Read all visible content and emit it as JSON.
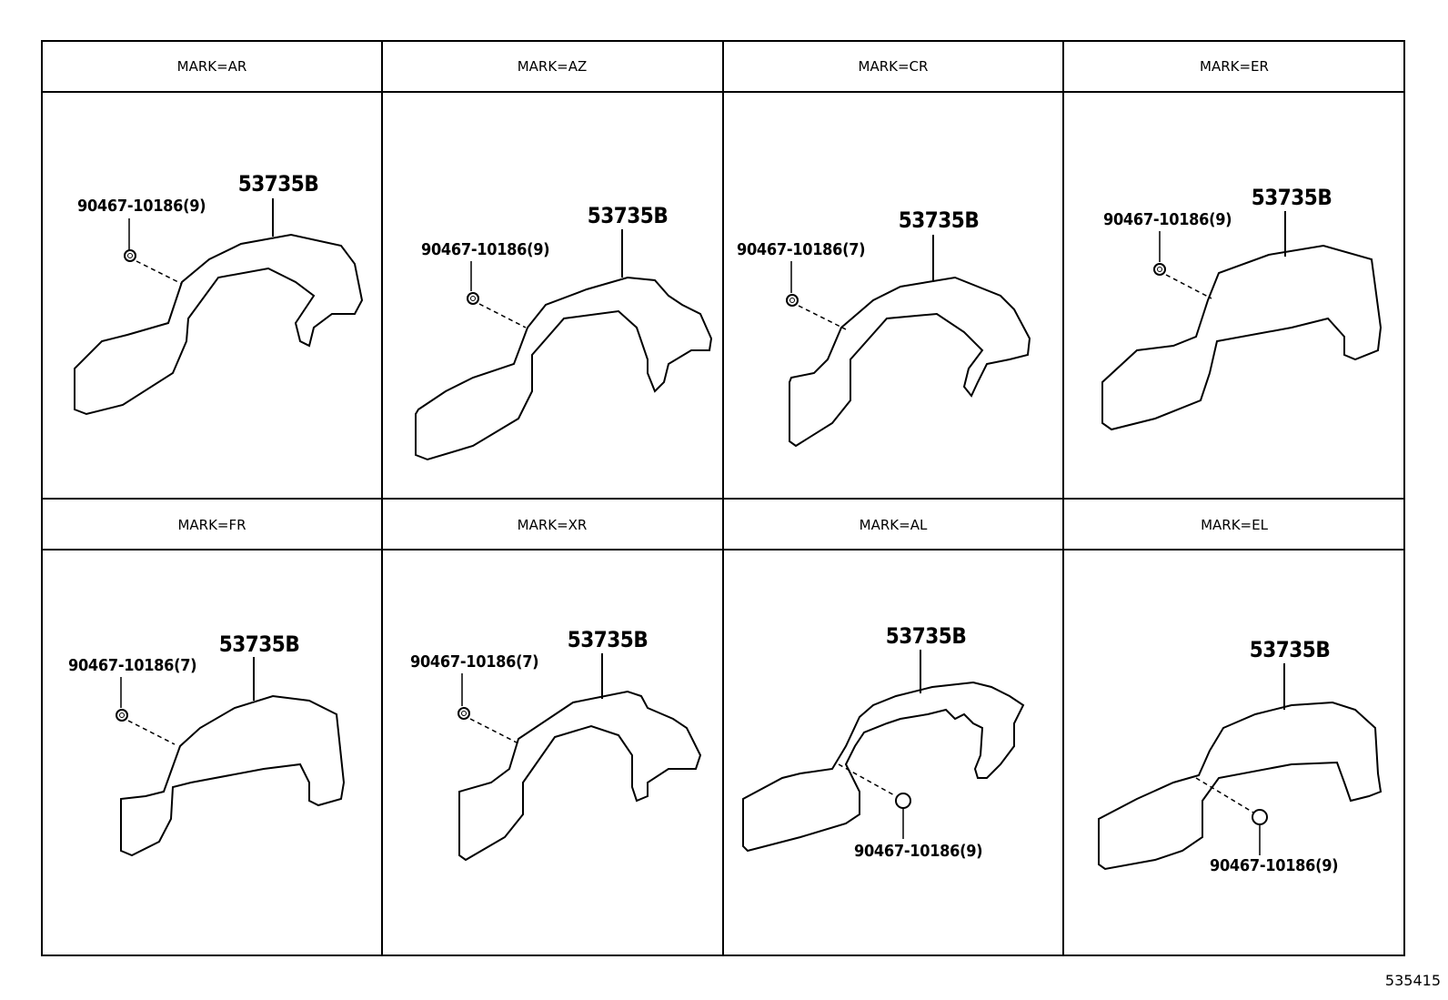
{
  "panels": [
    {
      "mark": "MARK=AR",
      "part": "53735B",
      "clip": "90467-10186(9)"
    },
    {
      "mark": "MARK=AZ",
      "part": "53735B",
      "clip": "90467-10186(9)"
    },
    {
      "mark": "MARK=CR",
      "part": "53735B",
      "clip": "90467-10186(7)"
    },
    {
      "mark": "MARK=ER",
      "part": "53735B",
      "clip": "90467-10186(9)"
    },
    {
      "mark": "MARK=FR",
      "part": "53735B",
      "clip": "90467-10186(7)"
    },
    {
      "mark": "MARK=XR",
      "part": "53735B",
      "clip": "90467-10186(7)"
    },
    {
      "mark": "MARK=AL",
      "part": "53735B",
      "clip": "90467-10186(9)"
    },
    {
      "mark": "MARK=EL",
      "part": "53735B",
      "clip": "90467-10186(9)"
    }
  ],
  "reference": "535415"
}
